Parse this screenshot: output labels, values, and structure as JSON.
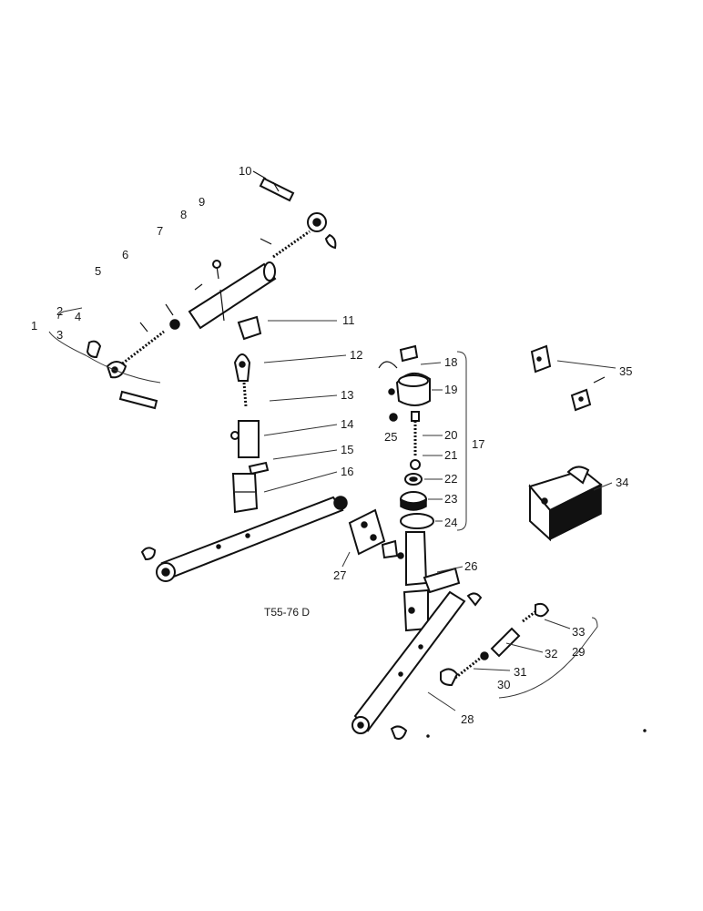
{
  "drawing_ref": "T55-76 D",
  "callouts": [
    "1",
    "2",
    "3",
    "4",
    "5",
    "6",
    "7",
    "8",
    "9",
    "10",
    "11",
    "12",
    "13",
    "14",
    "15",
    "16",
    "17",
    "18",
    "19",
    "20",
    "21",
    "22",
    "23",
    "24",
    "25",
    "26",
    "27",
    "28",
    "29",
    "30",
    "31",
    "32",
    "33",
    "34",
    "35"
  ]
}
